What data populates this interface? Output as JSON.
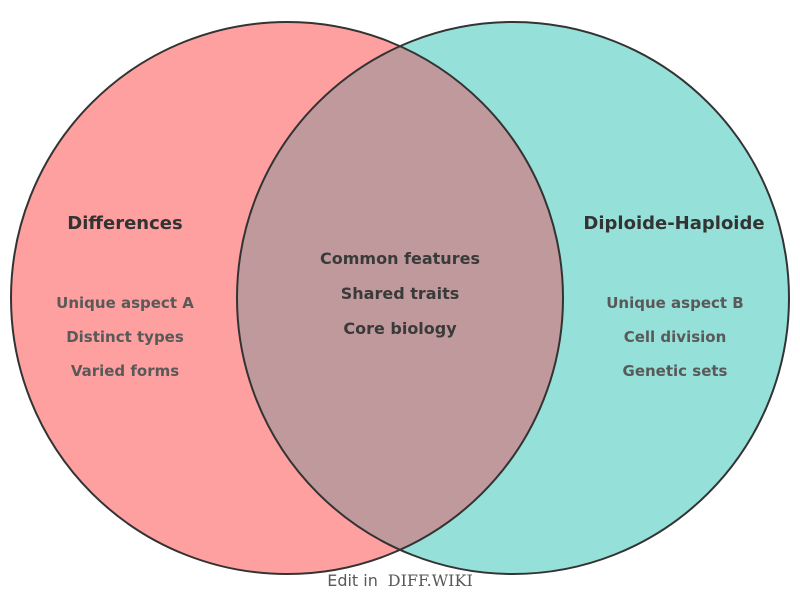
{
  "venn": {
    "left": {
      "title": "Differences",
      "items": [
        "Unique aspect A",
        "Distinct types",
        "Varied forms"
      ],
      "fill_color": "#FFA0A0"
    },
    "right": {
      "title": "Diploide-Haploide",
      "items": [
        "Unique aspect B",
        "Cell division",
        "Genetic sets"
      ],
      "fill_color": "#95E0D8"
    },
    "overlap": {
      "items": [
        "Common features",
        "Shared traits",
        "Core biology"
      ],
      "fill_color": "#BF999C"
    },
    "outline_color": "#333333"
  },
  "footer": {
    "prefix": "Edit in",
    "brand": "DIFF.WIKI"
  }
}
